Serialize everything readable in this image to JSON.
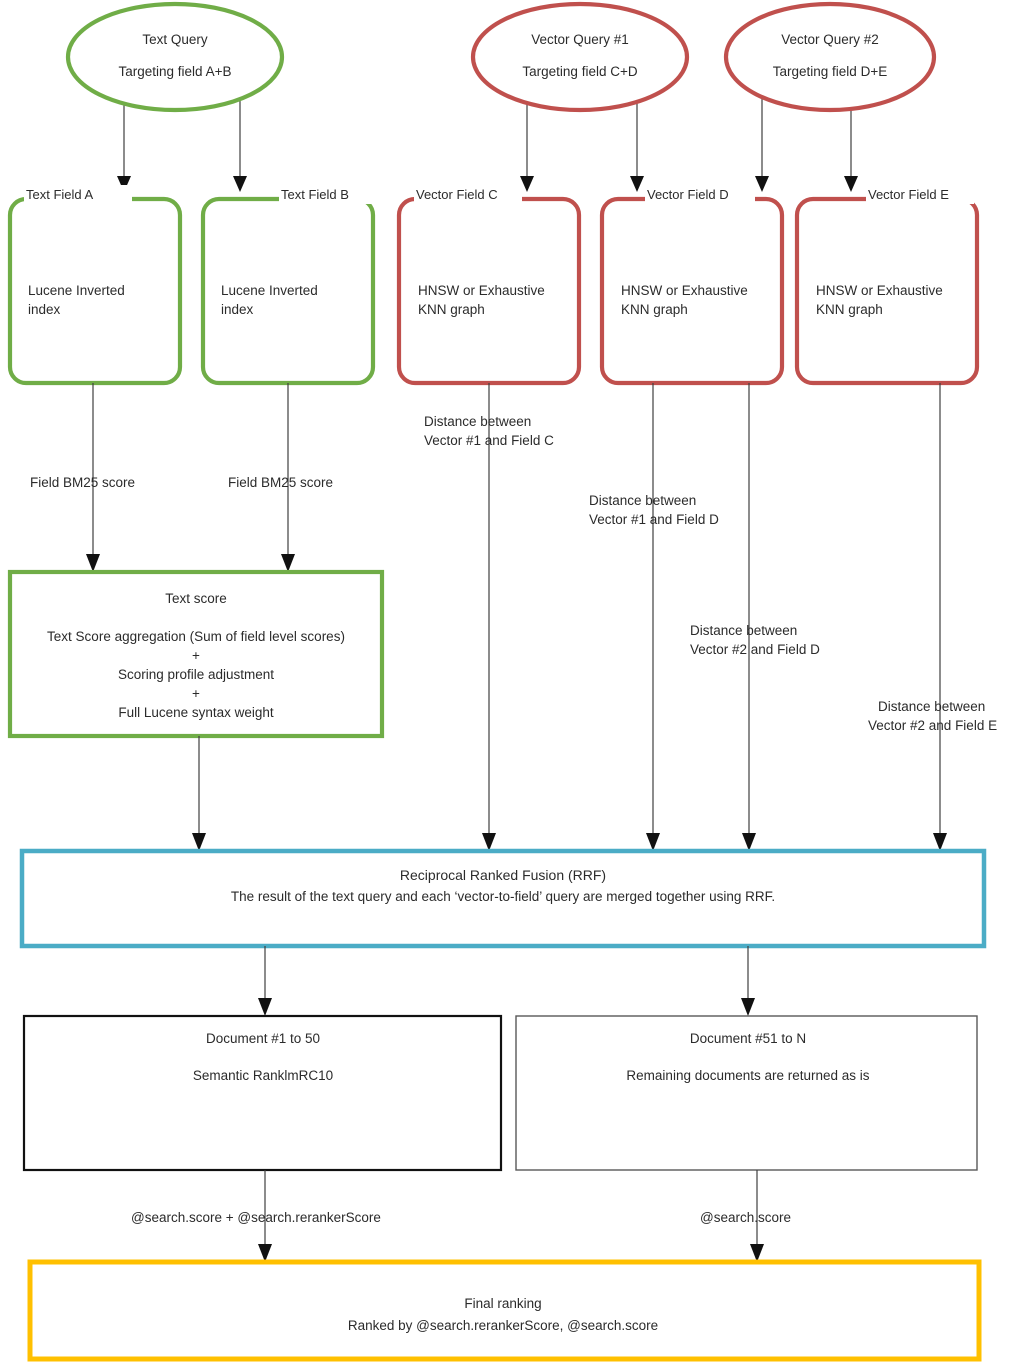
{
  "diagram": {
    "title": "Azure AI Search hybrid query scoring flow",
    "colors": {
      "text_green": "#70AD47",
      "vector_red": "#C0504D",
      "rrf_blue": "#4BACC6",
      "final_yellow": "#FFC000",
      "doc_primary_black": "#111111",
      "doc_secondary_grey": "#595959",
      "edge": "#3f3f3f",
      "label_text": "#2b2b2b"
    },
    "queries": [
      {
        "id": "text-query",
        "line1": "Text Query",
        "line2": "Targeting field A+B",
        "color": "#70AD47"
      },
      {
        "id": "vector-query-1",
        "line1": "Vector Query #1",
        "line2": "Targeting field C+D",
        "color": "#C0504D"
      },
      {
        "id": "vector-query-2",
        "line1": "Vector Query #2",
        "line2": "Targeting field D+E",
        "color": "#C0504D"
      }
    ],
    "fields": [
      {
        "id": "text-field-a",
        "tag": "Text Field A",
        "body1": "Lucene Inverted",
        "body2": "index",
        "color": "#70AD47"
      },
      {
        "id": "text-field-b",
        "tag": "Text Field B",
        "body1": "Lucene Inverted",
        "body2": "index",
        "color": "#70AD47"
      },
      {
        "id": "vector-field-c",
        "tag": "Vector Field C",
        "body1": "HNSW or Exhaustive",
        "body2": "KNN graph",
        "color": "#C0504D"
      },
      {
        "id": "vector-field-d",
        "tag": "Vector Field D",
        "body1": "HNSW or Exhaustive",
        "body2": "KNN graph",
        "color": "#C0504D"
      },
      {
        "id": "vector-field-e",
        "tag": "Vector Field E",
        "body1": "HNSW or Exhaustive",
        "body2": "KNN graph",
        "color": "#C0504D"
      }
    ],
    "edge_labels": {
      "bm25_a": "Field BM25 score",
      "bm25_b": "Field BM25 score",
      "dist_c_l1": "Distance between",
      "dist_c_l2": "Vector #1 and Field C",
      "dist_d1_l1": "Distance between",
      "dist_d1_l2": "Vector #1 and Field D",
      "dist_d2_l1": "Distance between",
      "dist_d2_l2": "Vector #2 and Field D",
      "dist_e_l1": "Distance between",
      "dist_e_l2": "Vector #2 and Field E",
      "score_reranker": "@search.score + @search.rerankerScore",
      "score_plain": "@search.score"
    },
    "text_score_box": {
      "title": "Text score",
      "line1": "Text Score aggregation (Sum of field level scores)",
      "plus1": "+",
      "line2": "Scoring profile adjustment",
      "plus2": "+",
      "line3": "Full Lucene syntax weight"
    },
    "rrf_box": {
      "title": "Reciprocal Ranked Fusion (RRF)",
      "subtitle": "The result of the text query and each ‘vector-to-field’ query are merged together using RRF."
    },
    "document_boxes": [
      {
        "id": "documents-1-50",
        "title": "Document #1 to 50",
        "body": "Semantic RanklmRC10"
      },
      {
        "id": "documents-51-n",
        "title": "Document #51 to N",
        "body": "Remaining documents are returned as is"
      }
    ],
    "final_box": {
      "title": "Final ranking",
      "subtitle": "Ranked by @search.rerankerScore, @search.score"
    }
  }
}
